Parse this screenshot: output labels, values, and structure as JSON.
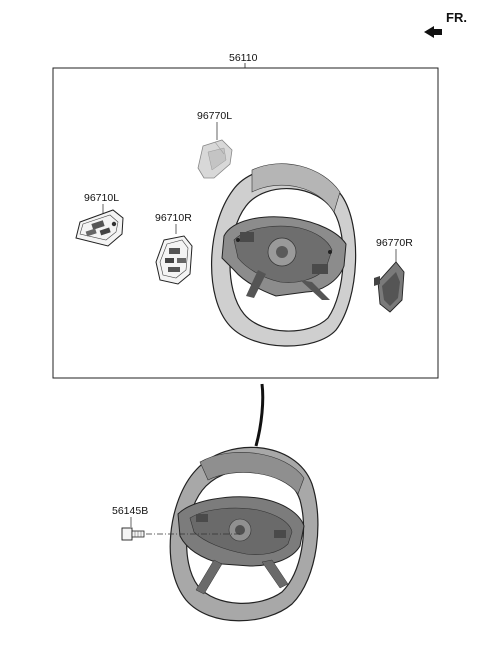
{
  "direction": {
    "label": "FR."
  },
  "callouts": {
    "assembly": "56110",
    "paddle_left": "96770L",
    "switch_left": "96710L",
    "switch_right": "96710R",
    "paddle_right": "96770R",
    "bolt": "56145B"
  }
}
